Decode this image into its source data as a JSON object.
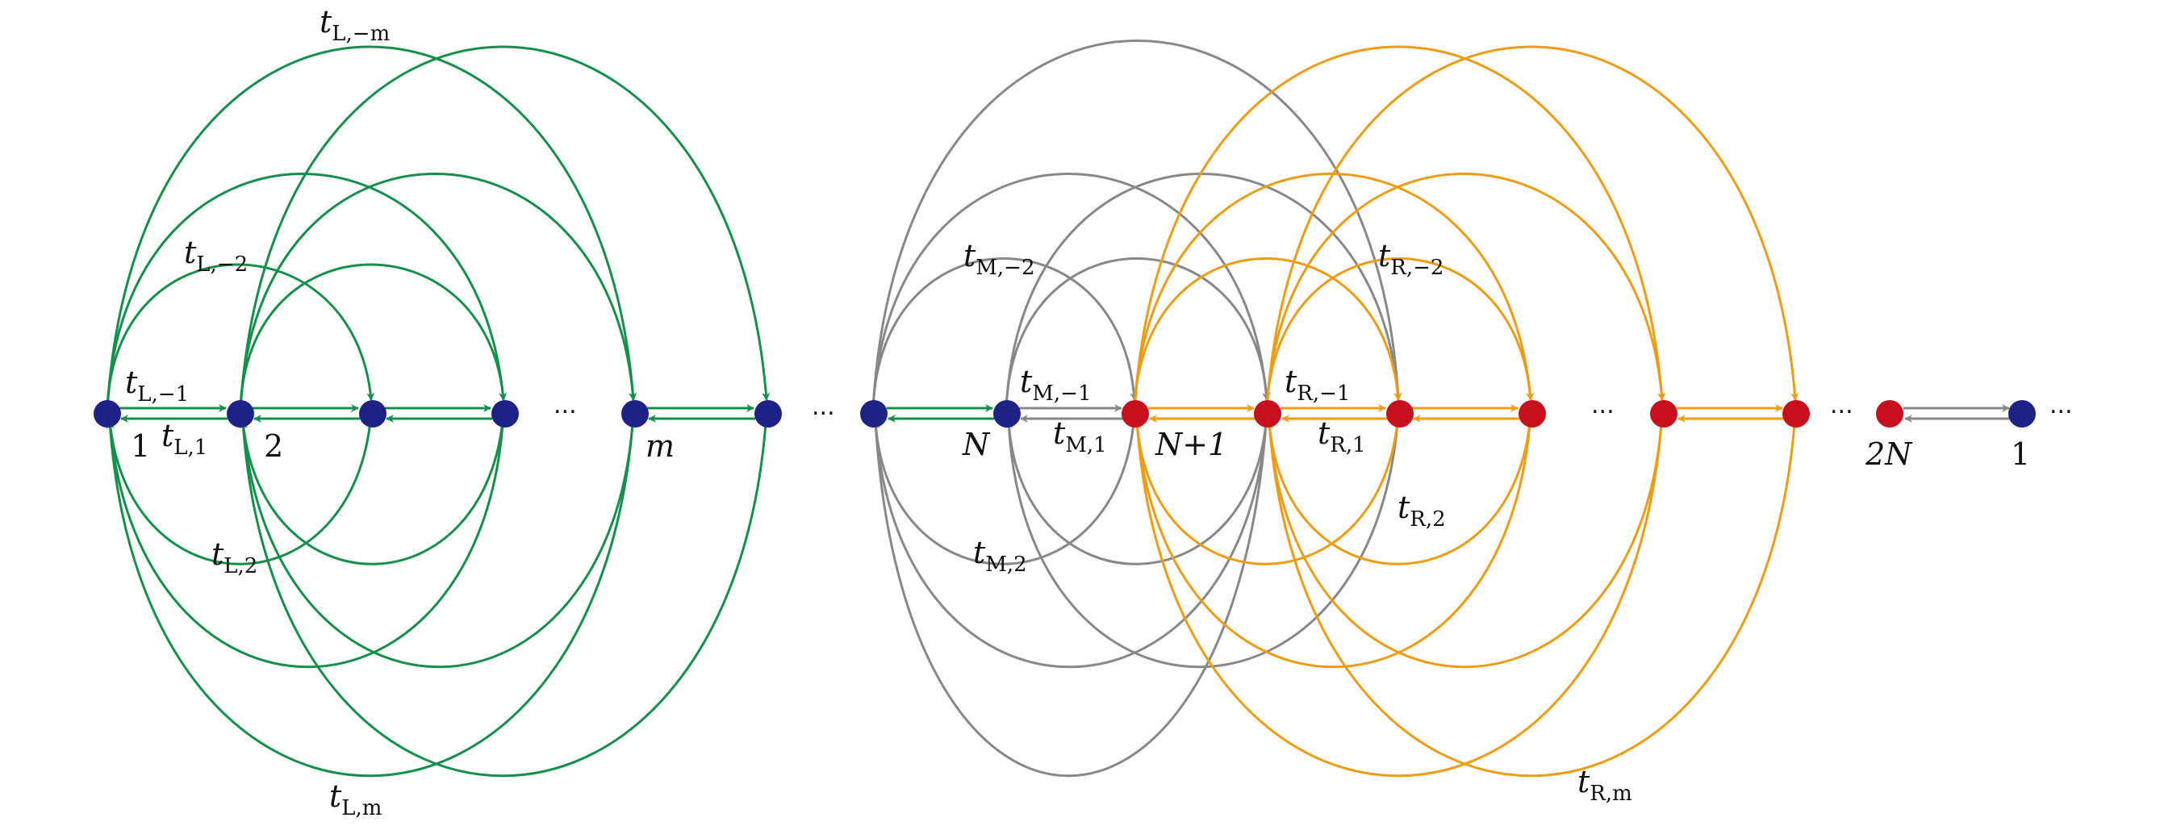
{
  "colors": {
    "left": "#15904a",
    "middle": "#888888",
    "right": "#ee9c14",
    "node_blue": "#1d2286",
    "node_red": "#c8101d"
  },
  "node_labels": {
    "one": "1",
    "two": "2",
    "m": "m",
    "N": "N",
    "N_plus_1": "N+1",
    "two_N": "2N",
    "one_end": "1"
  },
  "ellipses": {
    "e1": "...",
    "e2": "...",
    "e3": "...",
    "e4": "...",
    "e5": "..."
  },
  "hopping_labels": {
    "L_minus_m": {
      "base": "t",
      "sub": "L,−m"
    },
    "L_minus_2": {
      "base": "t",
      "sub": "L,−2"
    },
    "L_minus_1": {
      "base": "t",
      "sub": "L,−1"
    },
    "L_1": {
      "base": "t",
      "sub": "L,1"
    },
    "L_2": {
      "base": "t",
      "sub": "L,2"
    },
    "L_m": {
      "base": "t",
      "sub": "L,m"
    },
    "M_minus_2": {
      "base": "t",
      "sub": "M,−2"
    },
    "M_minus_1": {
      "base": "t",
      "sub": "M,−1"
    },
    "M_1": {
      "base": "t",
      "sub": "M,1"
    },
    "M_2": {
      "base": "t",
      "sub": "M,2"
    },
    "R_minus_2": {
      "base": "t",
      "sub": "R,−2"
    },
    "R_minus_1": {
      "base": "t",
      "sub": "R,−1"
    },
    "R_1": {
      "base": "t",
      "sub": "R,1"
    },
    "R_2": {
      "base": "t",
      "sub": "R,2"
    },
    "R_m": {
      "base": "t",
      "sub": "R,m"
    }
  }
}
